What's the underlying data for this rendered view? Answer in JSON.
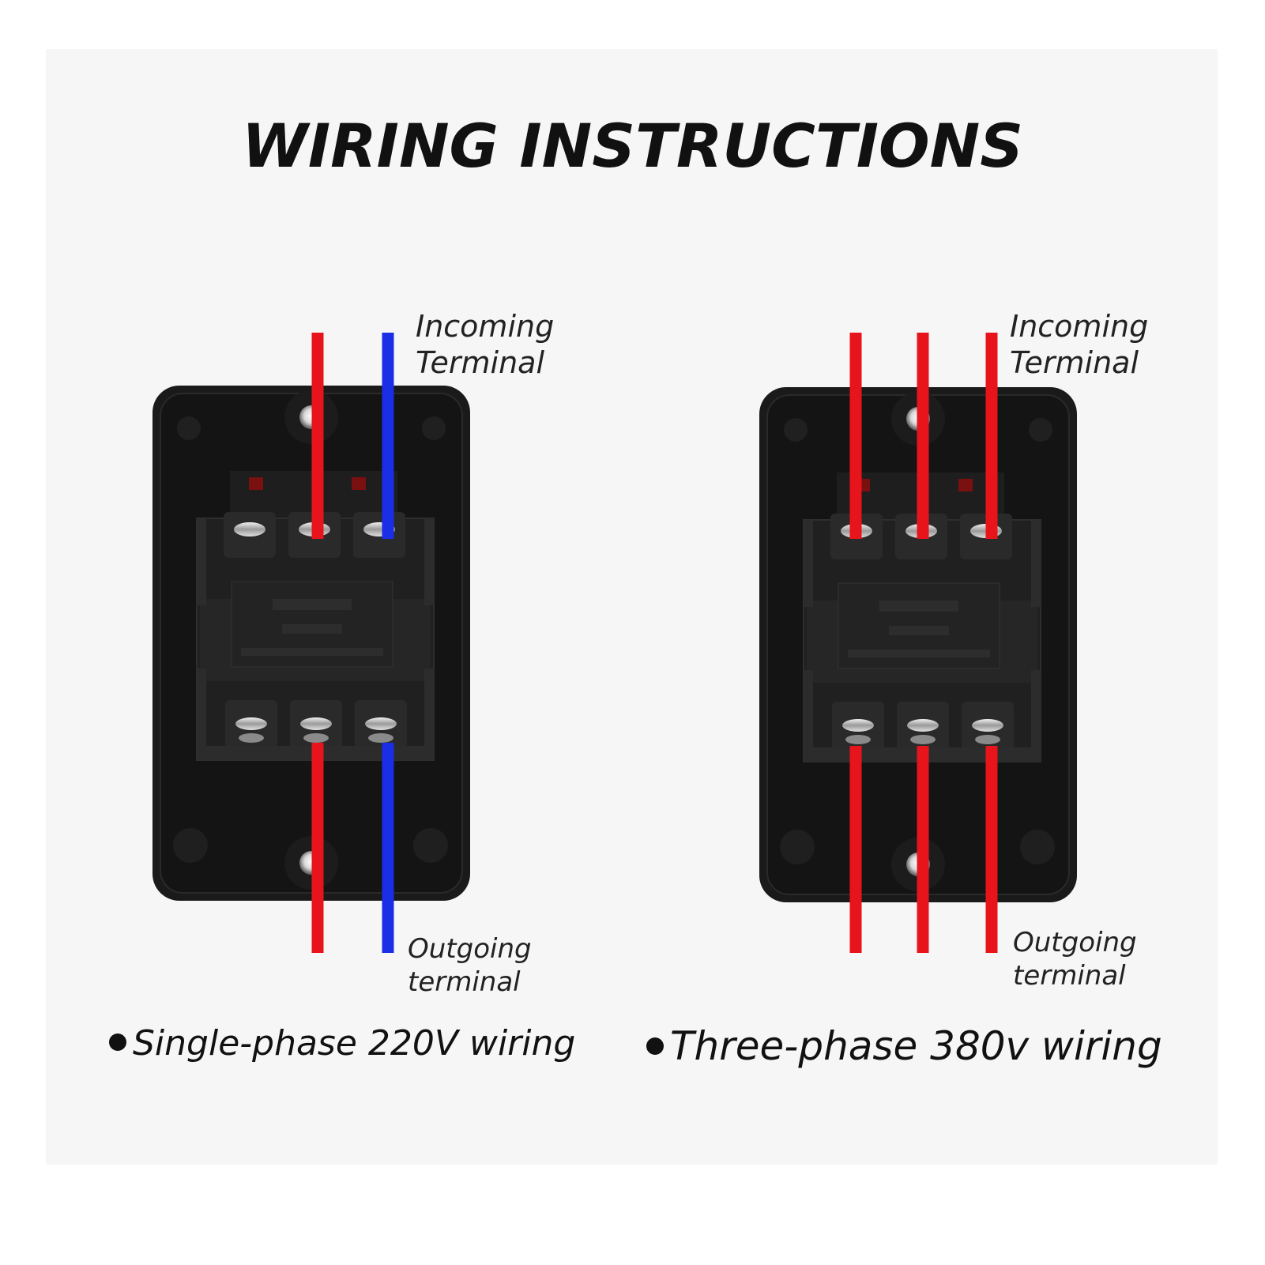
{
  "title": "WIRING INSTRUCTIONS",
  "colors": {
    "live": "#e8141c",
    "neutral": "#1a2ee6",
    "housing": "#141414",
    "background": "#f6f6f6"
  },
  "diagrams": [
    {
      "incoming_label_line1": "Incoming",
      "incoming_label_line2": "Terminal",
      "outgoing_label_line1": "Outgoing",
      "outgoing_label_line2": "terminal",
      "caption": "Single-phase 220V wiring",
      "wire_colors": [
        "red",
        "blue"
      ]
    },
    {
      "incoming_label_line1": "Incoming",
      "incoming_label_line2": "Terminal",
      "outgoing_label_line1": "Outgoing",
      "outgoing_label_line2": "terminal",
      "caption": "Three-phase 380v wiring",
      "wire_colors": [
        "red",
        "red",
        "red"
      ]
    }
  ]
}
